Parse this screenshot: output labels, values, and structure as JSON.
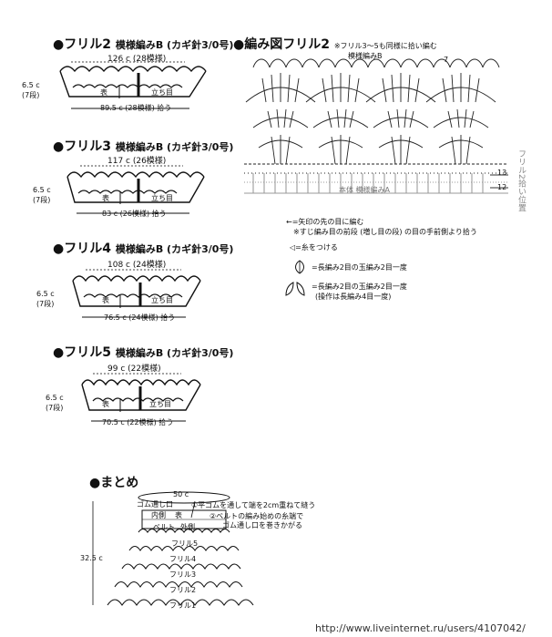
{
  "frills": [
    {
      "title": "●フリル2",
      "sub": "模様編みB (カギ針3/0号)",
      "top": "126 c (28模様)",
      "bottom": "89.5 c (28模様) 拾う",
      "height": "6.5 c",
      "rows": "(7段)"
    },
    {
      "title": "●フリル3",
      "sub": "模様編みB (カギ針3/0号)",
      "top": "117 c (26模様)",
      "bottom": "83 c (26模様) 拾う",
      "height": "6.5 c",
      "rows": "(7段)"
    },
    {
      "title": "●フリル4",
      "sub": "模様編みB (カギ針3/0号)",
      "top": "108 c (24模様)",
      "bottom": "76.5 c (24模様) 拾う",
      "height": "6.5 c",
      "rows": "(7段)"
    },
    {
      "title": "●フリル5",
      "sub": "模様編みB (カギ針3/0号)",
      "top": "99 c (22模様)",
      "bottom": "70.5 c (22模様) 拾う",
      "height": "6.5 c",
      "rows": "(7段)"
    }
  ],
  "shared": {
    "front": "表",
    "start": "立ち目"
  },
  "chart": {
    "title": "●編み図フリル2",
    "note": "※フリル3〜5も同様に拾い編む",
    "pattern_b": "模様編みB",
    "pattern_a": "本体 模様編みA",
    "row7": "7",
    "row13": "13",
    "row12": "12",
    "side": "フリル2拾い位置"
  },
  "legend": [
    {
      "symbol": "←",
      "text": "=矢印の先の目に編む"
    },
    {
      "symbol": "",
      "text": "※すじ編み目の前段 (増し目の段) の目の手前側より拾う"
    },
    {
      "symbol": "◁",
      "text": "=糸をつける"
    },
    {
      "symbol": "⦚",
      "text": "=長編み2目の玉編み2目一度"
    },
    {
      "symbol": "⦚⦚",
      "text": "=長編み2目の玉編み2目一度"
    },
    {
      "symbol": "",
      "text": "(操作は長編み4目一度)"
    }
  ],
  "summary": {
    "title": "●まとめ",
    "width": "50 c",
    "gom": "ゴム通し口",
    "inner": "内側",
    "omote": "表",
    "belt": "ベルト",
    "outer": "外側",
    "note1": "①平ゴムを通して端を2cm重ねて縫う",
    "note2": "②ベルトの編み始めの糸端で",
    "note2b": "ゴム通し口を巻きかがる",
    "height": "32.5 c",
    "layers": [
      "フリル5",
      "フリル4",
      "フリル3",
      "フリル2",
      "フリル1"
    ]
  },
  "watermark": "http://www.liveinternet.ru/users/4107042/"
}
